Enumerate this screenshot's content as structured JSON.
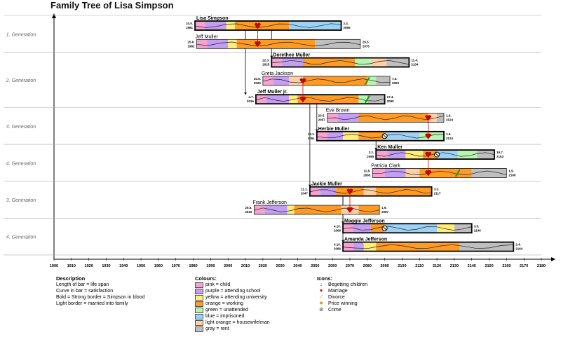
{
  "title": "Family Tree of Lisa Simpson",
  "chart_data": {
    "type": "timeline",
    "x_range": [
      1900,
      2180
    ],
    "x_ticks": [
      "1900",
      "1910",
      "1920",
      "1930",
      "1940",
      "1950",
      "1960",
      "1970",
      "1980",
      "1990",
      "2000",
      "2010",
      "2020",
      "2030",
      "2040",
      "2050",
      "2060",
      "2070",
      "2080",
      "2090",
      "2100",
      "2110",
      "2120",
      "2130",
      "2140",
      "2150",
      "2160",
      "2170",
      "2180"
    ],
    "generation_labels": [
      {
        "label": "1. Generation",
        "row_start": 0,
        "row_end": 2
      },
      {
        "label": "2. Generation",
        "row_start": 2,
        "row_end": 5
      },
      {
        "label": "3. Generation",
        "row_start": 5,
        "row_end": 7
      },
      {
        "label": "4. Generation",
        "row_start": 7,
        "row_end": 9
      },
      {
        "label": "3. Generation",
        "row_start": 9,
        "row_end": 11
      },
      {
        "label": "4. Generation",
        "row_start": 11,
        "row_end": 13
      }
    ],
    "people": [
      {
        "name": "Lisa Simpson",
        "birth": "10.5.\n1981",
        "death": "2.4.\n2065",
        "start": 1981,
        "end": 2065,
        "bold": true,
        "segments": [
          [
            "pink",
            1981,
            1987
          ],
          [
            "purple",
            1987,
            1999
          ],
          [
            "yellow",
            1999,
            2004
          ],
          [
            "orange",
            2004,
            2035
          ],
          [
            "blue",
            2035,
            2065
          ]
        ]
      },
      {
        "name": "Jeff Muller",
        "birth": "25.6.\n1982",
        "death": "26.5.\n2076",
        "start": 1982,
        "end": 2076,
        "bold": false,
        "segments": [
          [
            "pink",
            1982,
            1988
          ],
          [
            "purple",
            1988,
            2000
          ],
          [
            "yellow",
            2000,
            2005
          ],
          [
            "orange",
            2005,
            2050
          ],
          [
            "gray",
            2050,
            2076
          ]
        ]
      },
      {
        "name": "Dorethee Muller",
        "birth": "22.3.\n2025",
        "death": "11.4.\n2104",
        "start": 2025,
        "end": 2104,
        "bold": true,
        "segments": [
          [
            "pink",
            2025,
            2031
          ],
          [
            "purple",
            2031,
            2043
          ],
          [
            "orange",
            2043,
            2073
          ],
          [
            "green",
            2073,
            2082
          ],
          [
            "lightorange",
            2082,
            2091
          ],
          [
            "gray",
            2091,
            2104
          ]
        ]
      },
      {
        "name": "Greta Jackson",
        "birth": "20.5.\n2020",
        "death": "7.5.\n2093",
        "start": 2020,
        "end": 2093,
        "bold": false,
        "segments": [
          [
            "pink",
            2020,
            2026
          ],
          [
            "purple",
            2026,
            2035
          ],
          [
            "lightorange",
            2035,
            2043
          ],
          [
            "orange",
            2043,
            2080
          ],
          [
            "green",
            2080,
            2085
          ],
          [
            "gray",
            2085,
            2093
          ]
        ]
      },
      {
        "name": "Jeff Muller jr.",
        "birth": "4.7.\n2016",
        "death": "17.4.\n2090",
        "start": 2016,
        "end": 2090,
        "bold": true,
        "segments": [
          [
            "pink",
            2016,
            2022
          ],
          [
            "purple",
            2022,
            2035
          ],
          [
            "yellow",
            2035,
            2040
          ],
          [
            "orange",
            2040,
            2075
          ],
          [
            "green",
            2075,
            2080
          ],
          [
            "gray",
            2080,
            2090
          ]
        ]
      },
      {
        "name": "Eve Brown",
        "birth": "20.5.\n2057",
        "death": "1.9.\n2124",
        "start": 2057,
        "end": 2124,
        "bold": false,
        "segments": [
          [
            "pink",
            2057,
            2063
          ],
          [
            "purple",
            2063,
            2075
          ],
          [
            "orange",
            2075,
            2115
          ],
          [
            "lightorange",
            2115,
            2120
          ],
          [
            "gray",
            2120,
            2124
          ]
        ]
      },
      {
        "name": "Herbie Muller",
        "birth": "19.1.\n2051",
        "death": "1.9.\n2124",
        "start": 2051,
        "end": 2124,
        "bold": true,
        "segments": [
          [
            "pink",
            2051,
            2057
          ],
          [
            "purple",
            2057,
            2066
          ],
          [
            "yellow",
            2066,
            2075
          ],
          [
            "orange",
            2075,
            2090
          ],
          [
            "blue",
            2090,
            2110
          ],
          [
            "green",
            2110,
            2124
          ]
        ]
      },
      {
        "name": "Ken Muller",
        "birth": "2.2.\n2085",
        "death": "19.7.\n2153",
        "start": 2085,
        "end": 2153,
        "bold": true,
        "segments": [
          [
            "pink",
            2085,
            2092
          ],
          [
            "purple",
            2092,
            2102
          ],
          [
            "yellow",
            2102,
            2112
          ],
          [
            "orange",
            2112,
            2120
          ],
          [
            "blue",
            2120,
            2132
          ],
          [
            "green",
            2132,
            2143
          ],
          [
            "gray",
            2143,
            2153
          ]
        ]
      },
      {
        "name": "Patricia Clark",
        "birth": "11.8.\n2083",
        "death": "1.9.\n2160",
        "start": 2083,
        "end": 2160,
        "bold": false,
        "segments": [
          [
            "pink",
            2083,
            2090
          ],
          [
            "purple",
            2090,
            2102
          ],
          [
            "lightorange",
            2102,
            2110
          ],
          [
            "orange",
            2110,
            2140
          ],
          [
            "gray",
            2140,
            2160
          ]
        ]
      },
      {
        "name": "Jackie Muller",
        "birth": "11.1.\n2047",
        "death": "3.3.\n2117",
        "start": 2047,
        "end": 2117,
        "bold": true,
        "segments": [
          [
            "pink",
            2047,
            2053
          ],
          [
            "purple",
            2053,
            2062
          ],
          [
            "orange",
            2062,
            2078
          ],
          [
            "lightorange",
            2078,
            2085
          ],
          [
            "orange",
            2085,
            2117
          ]
        ]
      },
      {
        "name": "Frank Jefferson",
        "birth": "20.5.\n2015",
        "death": "1.9.\n2087",
        "start": 2015,
        "end": 2087,
        "bold": false,
        "segments": [
          [
            "pink",
            2015,
            2021
          ],
          [
            "purple",
            2021,
            2034
          ],
          [
            "yellow",
            2034,
            2038
          ],
          [
            "orange",
            2038,
            2065
          ],
          [
            "lightorange",
            2065,
            2075
          ],
          [
            "orange",
            2075,
            2087
          ]
        ]
      },
      {
        "name": "Maggie Jefferson",
        "birth": "4.10.\n2066",
        "death": "3.5.\n2140",
        "start": 2066,
        "end": 2140,
        "bold": true,
        "segments": [
          [
            "pink",
            2066,
            2072
          ],
          [
            "purple",
            2072,
            2082
          ],
          [
            "orange",
            2082,
            2090
          ],
          [
            "blue",
            2090,
            2120
          ],
          [
            "yellow",
            2120,
            2130
          ],
          [
            "gray",
            2130,
            2140
          ]
        ]
      },
      {
        "name": "Amanda Jefferson",
        "birth": "4.10.\n2066",
        "death": "2.4.\n2164",
        "start": 2066,
        "end": 2164,
        "bold": true,
        "segments": [
          [
            "pink",
            2066,
            2072
          ],
          [
            "purple",
            2072,
            2078
          ],
          [
            "yellow",
            2078,
            2085
          ],
          [
            "orange",
            2085,
            2133
          ],
          [
            "gray",
            2133,
            2164
          ]
        ]
      }
    ],
    "events": [
      {
        "type": "marriage",
        "person": 0,
        "year": 2017
      },
      {
        "type": "marriage",
        "person": 1,
        "year": 2017
      },
      {
        "type": "marriage",
        "person": 3,
        "year": 2043
      },
      {
        "type": "marriage",
        "person": 4,
        "year": 2043
      },
      {
        "type": "divorce",
        "person": 3,
        "year": 2080
      },
      {
        "type": "divorce",
        "person": 4,
        "year": 2080
      },
      {
        "type": "marriage",
        "person": 5,
        "year": 2115
      },
      {
        "type": "marriage",
        "person": 6,
        "year": 2115
      },
      {
        "type": "crime",
        "person": 6,
        "year": 2090
      },
      {
        "type": "marriage",
        "person": 7,
        "year": 2115
      },
      {
        "type": "marriage",
        "person": 8,
        "year": 2115
      },
      {
        "type": "crime",
        "person": 7,
        "year": 2120
      },
      {
        "type": "divorce",
        "person": 8,
        "year": 2132
      },
      {
        "type": "marriage",
        "person": 9,
        "year": 2070
      },
      {
        "type": "marriage",
        "person": 10,
        "year": 2070
      },
      {
        "type": "crime",
        "person": 11,
        "year": 2090
      }
    ],
    "children_links": [
      {
        "from_row": 0,
        "year": 2010,
        "to_row": 4
      },
      {
        "from_row": 0,
        "year": 2025,
        "to_row": 2
      },
      {
        "from_row": 4,
        "year": 2047,
        "to_row": 9
      },
      {
        "from_row": 4,
        "year": 2051,
        "to_row": 6
      },
      {
        "from_row": 6,
        "year": 2085,
        "to_row": 7
      },
      {
        "from_row": 9,
        "year": 2066,
        "to_row": 11
      },
      {
        "from_row": 9,
        "year": 2066,
        "to_row": 12
      }
    ]
  },
  "legend": {
    "description_head": "Description",
    "description": [
      "Length of bar = life span",
      "Curve in bar = satisfaction",
      "Bold = Strong border = Simpson in blood",
      "Light border = married into family"
    ],
    "colours_head": "Colours:",
    "colours": [
      {
        "key": "pink",
        "color": "#f5a3d0",
        "label": "pink = child"
      },
      {
        "key": "purple",
        "color": "#c49ef0",
        "label": "purple = attending school"
      },
      {
        "key": "yellow",
        "color": "#ffef7a",
        "label": "yellow = attending university"
      },
      {
        "key": "orange",
        "color": "#ff9a22",
        "label": "orange = working"
      },
      {
        "key": "green",
        "color": "#b9f5b0",
        "label": "green = unattended"
      },
      {
        "key": "blue",
        "color": "#9ed2f5",
        "label": "blue = imprisoned"
      },
      {
        "key": "lightorange",
        "color": "#ffd0a6",
        "label": "light orange = housewife/man"
      },
      {
        "key": "gray",
        "color": "#bfbfbf",
        "label": "gray = rent"
      }
    ],
    "icons_head": "Icons:",
    "icons": [
      {
        "name": "begetting-icon",
        "glyph": "↓",
        "label": "Begetting children"
      },
      {
        "name": "marriage-icon",
        "glyph": "♥",
        "label": "Marriage"
      },
      {
        "name": "divorce-icon",
        "glyph": "⟋",
        "label": "Divorce"
      },
      {
        "name": "prize-icon",
        "glyph": "✹",
        "label": "Price winning"
      },
      {
        "name": "crime-icon",
        "glyph": "⊘",
        "label": "Crime"
      }
    ]
  }
}
